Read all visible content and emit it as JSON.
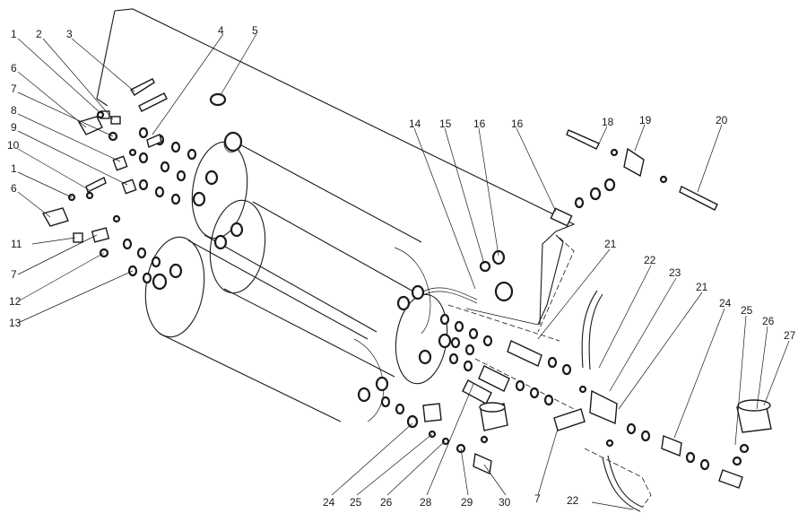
{
  "callouts": {
    "c1": "1",
    "c2": "2",
    "c3": "3",
    "c4": "4",
    "c5": "5",
    "c6": "6",
    "c7": "7",
    "c8": "8",
    "c9": "9",
    "c10": "10",
    "c1b": "1",
    "c6b": "6",
    "c11": "11",
    "c7b": "7",
    "c12": "12",
    "c13": "13",
    "c14": "14",
    "c15": "15",
    "c16a": "16",
    "c16b": "16",
    "c18": "18",
    "c19": "19",
    "c20": "20",
    "c21a": "21",
    "c22a": "22",
    "c23": "23",
    "c21b": "21",
    "c24a": "24",
    "c25a": "25",
    "c26a": "26",
    "c27": "27",
    "c24b": "24",
    "c25b": "25",
    "c26b": "26",
    "c28": "28",
    "c29": "29",
    "c30": "30",
    "c7c": "7",
    "c22b": "22"
  }
}
